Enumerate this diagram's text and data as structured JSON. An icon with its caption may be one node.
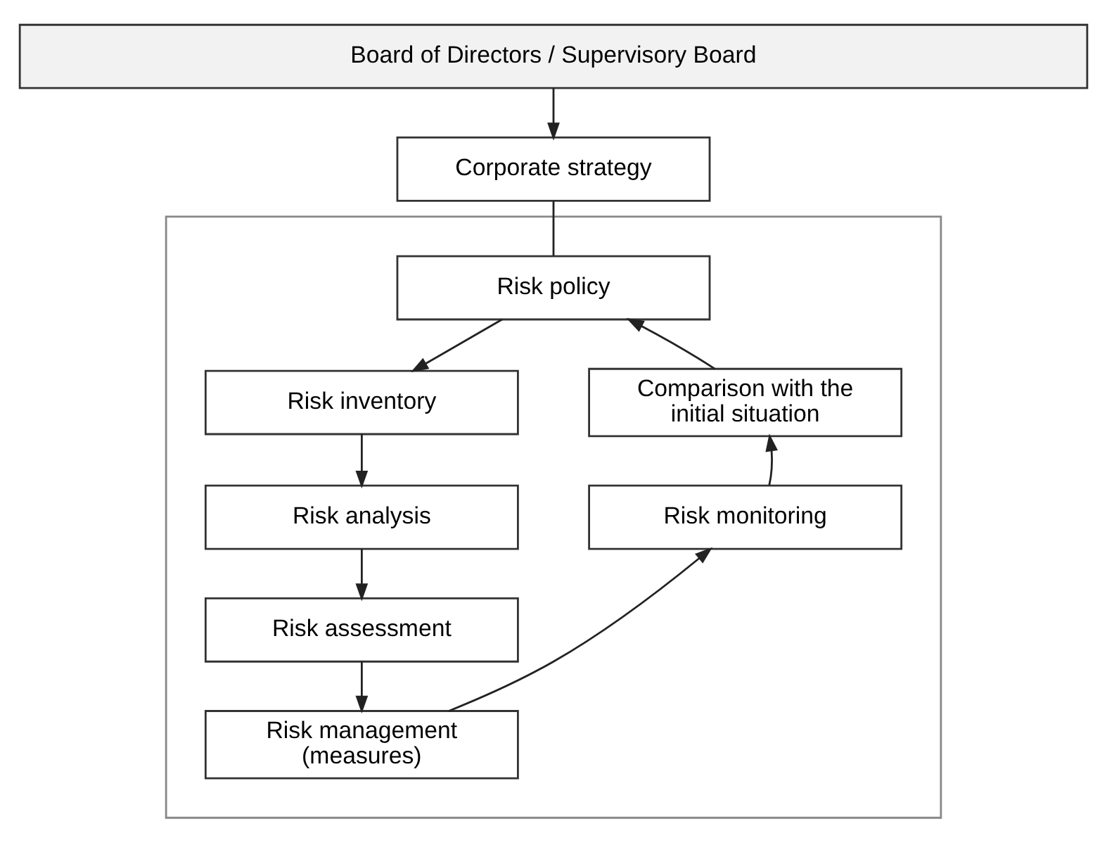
{
  "diagram": {
    "nodes": [
      {
        "text": [
          "Board of Directors / Supervisory Board"
        ]
      },
      {
        "text": [
          "Corporate strategy"
        ]
      },
      {
        "text": [],
        "shape": "box"
      },
      {
        "text": [
          "Risk policy"
        ],
        "in": 2
      },
      {
        "text": [
          "Risk inventory"
        ],
        "in": 2
      },
      {
        "text": [
          "Risk analysis"
        ],
        "in": 2
      },
      {
        "text": [
          "Risk assessment"
        ],
        "in": 2
      },
      {
        "text": [
          "Risk management (measures)"
        ],
        "in": 2
      },
      {
        "text": [
          "Risk monitoring"
        ],
        "in": 2
      },
      {
        "text": [
          "Comparison with the initial situation"
        ],
        "in": 2
      }
    ],
    "edges": [
      {
        "from": 0,
        "to": 1,
        "arrow": "to"
      },
      {
        "from": 1,
        "to": 3,
        "arrow": "none"
      },
      {
        "from": 3,
        "to": 4,
        "arrow": "to"
      },
      {
        "from": 4,
        "to": 5,
        "arrow": "to"
      },
      {
        "from": 5,
        "to": 6,
        "arrow": "to"
      },
      {
        "from": 6,
        "to": 7,
        "arrow": "to"
      },
      {
        "from": 7,
        "to": 8,
        "arrow": "to"
      },
      {
        "from": 8,
        "to": 9,
        "arrow": "to"
      },
      {
        "from": 9,
        "to": 3,
        "arrow": "to"
      }
    ]
  }
}
